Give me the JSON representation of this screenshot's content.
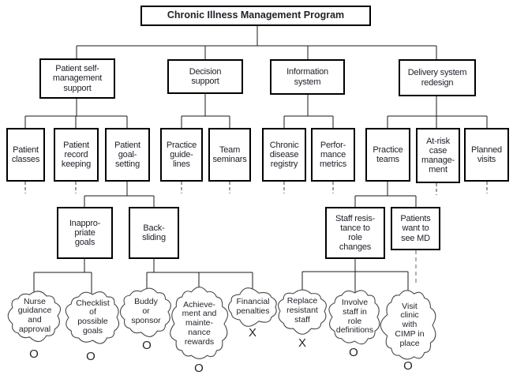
{
  "diagram": {
    "title": "Chronic Illness Management Program",
    "branches": [
      {
        "label": "Patient self-\nmanagement\nsupport"
      },
      {
        "label": "Decision\nsupport"
      },
      {
        "label": "Information\nsystem"
      },
      {
        "label": "Delivery system\nredesign"
      }
    ],
    "components": [
      {
        "label": "Patient\nclasses"
      },
      {
        "label": "Patient\nrecord\nkeeping"
      },
      {
        "label": "Patient\ngoal-\nsetting"
      },
      {
        "label": "Practice\nguide-\nlines"
      },
      {
        "label": "Team\nseminars"
      },
      {
        "label": "Chronic\ndisease\nregistry"
      },
      {
        "label": "Perfor-\nmance\nmetrics"
      },
      {
        "label": "Practice\nteams"
      },
      {
        "label": "At-risk\ncase\nmanage-\nment"
      },
      {
        "label": "Planned\nvisits"
      }
    ],
    "problems": [
      {
        "label": "Inappro-\npriate\ngoals"
      },
      {
        "label": "Back-\nsliding"
      },
      {
        "label": "Staff resis-\ntance to\nrole\nchanges"
      },
      {
        "label": "Patients\nwant to\nsee MD"
      }
    ],
    "countermeasures": [
      {
        "label": "Nurse\nguidance\nand\napproval",
        "mark": "O"
      },
      {
        "label": "Checklist\nof\npossible\ngoals",
        "mark": "O"
      },
      {
        "label": "Buddy\nor\nsponsor",
        "mark": "O"
      },
      {
        "label": "Achieve-\nment and\nmainte-\nnance\nrewards",
        "mark": "O"
      },
      {
        "label": "Financial\npenalties",
        "mark": "X"
      },
      {
        "label": "Replace\nresistant\nstaff",
        "mark": "X"
      },
      {
        "label": "Involve\nstaff in\nrole\ndefinitions",
        "mark": "O"
      },
      {
        "label": "Visit\nclinic\nwith\nCIMP in\nplace",
        "mark": "O"
      }
    ],
    "colors": {
      "line": "#1a1a1a",
      "dashed_stub": "#3a3a3a",
      "pending_link": "#909090",
      "cloud_stroke": "#4a4a4a"
    }
  }
}
